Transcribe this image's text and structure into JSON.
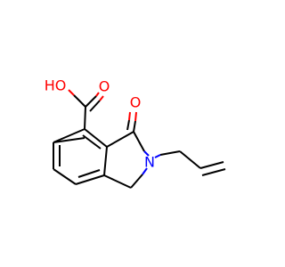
{
  "molecule": {
    "atoms": {
      "hydroxyl": {
        "label": "HO",
        "color": "#ff0000"
      },
      "carbonyl_acid": {
        "label": "O",
        "color": "#ff0000"
      },
      "carbonyl_lactam": {
        "label": "O",
        "color": "#ff0000"
      },
      "nitrogen": {
        "label": "N",
        "color": "#0000ff"
      }
    },
    "bond_color": "#000000"
  }
}
